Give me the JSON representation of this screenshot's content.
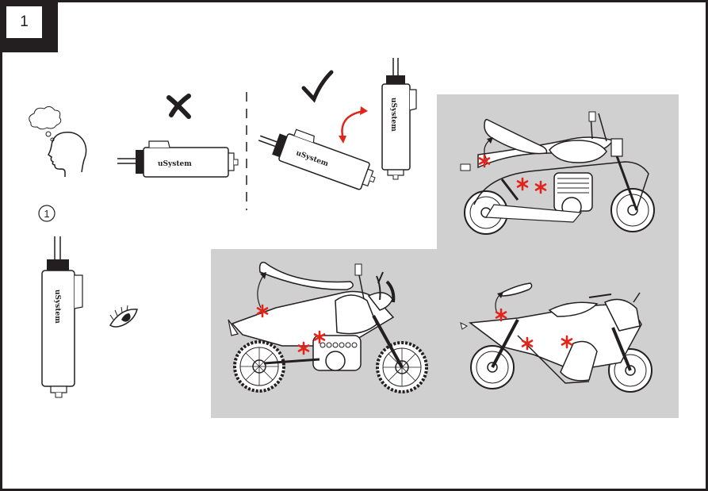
{
  "step": {
    "number": "1"
  },
  "substep": {
    "number": "1"
  },
  "device": {
    "brand": "uSystem"
  },
  "colors": {
    "panel": "#d1d0d1",
    "ink": "#231f20",
    "marker": "#e1251b",
    "arrow": "#e1251b"
  },
  "icons": {
    "wrong": "cross-icon",
    "correct": "check-icon",
    "rotate": "curved-arrow-icon",
    "thinking": "thought-bubble-icon",
    "inspect": "eye-icon"
  }
}
